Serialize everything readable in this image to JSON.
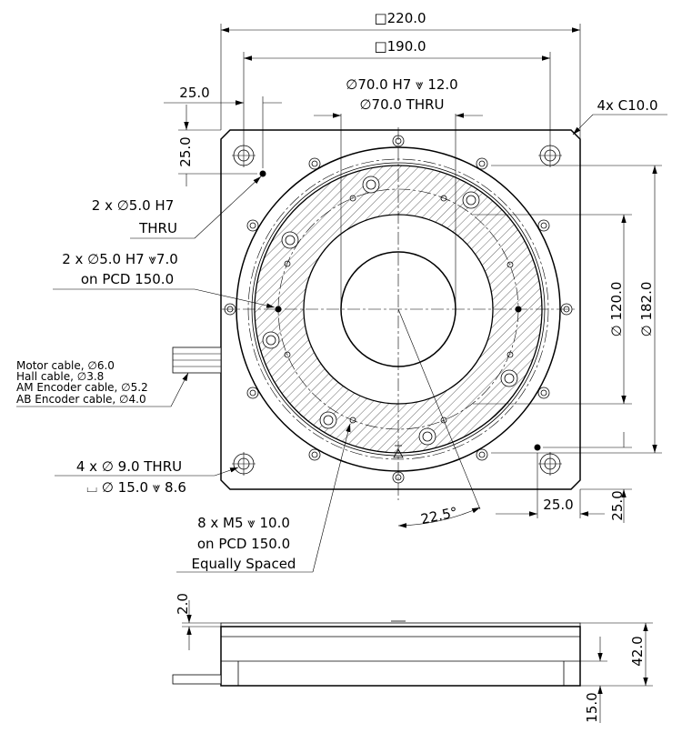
{
  "top_view": {
    "dim_square_outer": "□220.0",
    "dim_square_inner": "□190.0",
    "dim_corner_h": "25.0",
    "dim_corner_v": "25.0",
    "callout_bore": "∅70.0 H7 ⩔ 12.0",
    "callout_thru": "∅70.0 THRU",
    "callout_chamfer": "4x C10.0",
    "callout_pin_thru_1": "2 x ∅5.0 H7",
    "callout_pin_thru_2": "THRU",
    "callout_pin_depth_1": "2 x ∅5.0 H7 ⩔7.0",
    "callout_pin_depth_2": "on PCD 150.0",
    "cable_1": "Motor cable, ∅6.0",
    "cable_2": "Hall cable, ∅3.8",
    "cable_3": "AM Encoder cable, ∅5.2",
    "cable_4": "AB Encoder cable,  ∅4.0",
    "callout_mount_1": "4 x  ∅ 9.0 THRU",
    "callout_mount_2": "⌴  ∅ 15.0 ⩔ 8.6",
    "callout_tap_1": "8 x M5  ⩔ 10.0",
    "callout_tap_2": "on PCD 150.0",
    "callout_tap_3": "Equally Spaced",
    "dim_dia_120": "∅ 120.0",
    "dim_dia_182": "∅ 182.0",
    "dim_br_h": "25.0",
    "dim_br_v": "25.0",
    "dim_angle": "22.5°"
  },
  "side_view": {
    "dim_top": "2.0",
    "dim_height": "42.0",
    "dim_lower": "15.0"
  }
}
